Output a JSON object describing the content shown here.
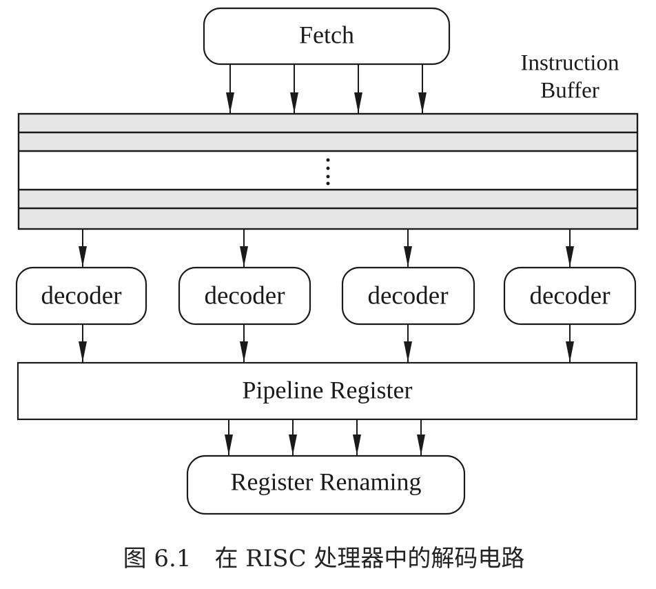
{
  "diagram": {
    "fetch": {
      "label": "Fetch"
    },
    "buffer": {
      "label_line1": "Instruction",
      "label_line2": "Buffer",
      "ellipsis": "⋮"
    },
    "decoders": [
      {
        "label": "decoder"
      },
      {
        "label": "decoder"
      },
      {
        "label": "decoder"
      },
      {
        "label": "decoder"
      }
    ],
    "pipeline": {
      "label": "Pipeline Register"
    },
    "renaming": {
      "label": "Register Renaming"
    },
    "edges": [
      {
        "from": "Fetch",
        "to": "Instruction Buffer",
        "count": 4
      },
      {
        "from": "Instruction Buffer",
        "to": "decoder",
        "count": 4
      },
      {
        "from": "decoder",
        "to": "Pipeline Register",
        "count": 4
      },
      {
        "from": "Pipeline Register",
        "to": "Register Renaming",
        "count": 4
      }
    ]
  },
  "caption": "图 6.1　在 RISC 处理器中的解码电路"
}
